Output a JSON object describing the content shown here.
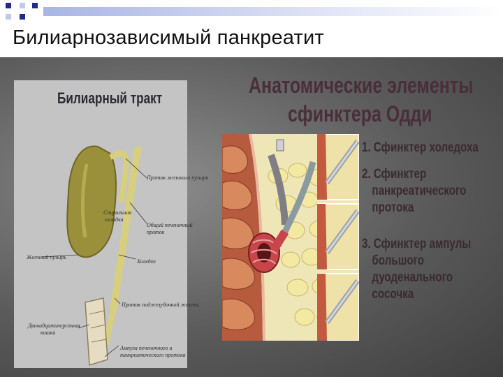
{
  "slide": {
    "title": "Билиарнозависимый панкреатит"
  },
  "left_figure": {
    "title": "Билиарный тракт",
    "labels": {
      "cystic_duct": "Проток желчного пузыря",
      "hepatic_duct_1": "Общий печеночный",
      "hepatic_duct_2": "проток",
      "gallbladder": "Желчный пузырь",
      "choledochus": "Холедох",
      "pancreatic_duct": "Проток поджелудочной железы",
      "duodenum_1": "Двенадцатиперстная",
      "duodenum_2": "кишка",
      "ampulla_1": "Ампула печеночного и",
      "ampulla_2": "панкреатического протока",
      "spiral_1": "Спиральная",
      "spiral_2": "складка"
    }
  },
  "right_figure": {
    "title_line1": "Анатомические элементы",
    "title_line2": "сфинктера Одди",
    "items": [
      {
        "line1": "1. Сфинктер холедоха"
      },
      {
        "line1": "2. Сфинктер",
        "line2": "панкреатического",
        "line3": "протока"
      },
      {
        "line1": "3. Сфинктер ампулы",
        "line2": "большого",
        "line3": "дуоденального",
        "line4": "сосочка"
      }
    ]
  },
  "colors": {
    "accent_blue": "#1f2a8c",
    "title_text": "#4a2e3a"
  }
}
